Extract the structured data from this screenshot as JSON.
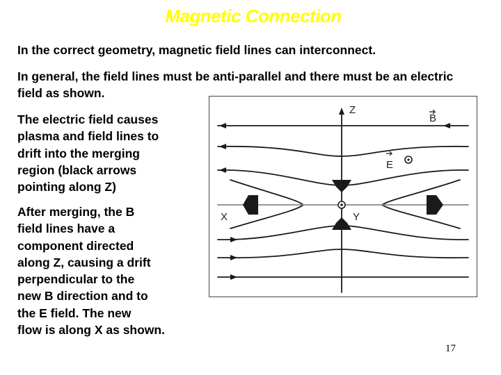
{
  "slide": {
    "title": "Magnetic Connection",
    "line1": "In the correct geometry, magnetic field lines can interconnect.",
    "para2": "In general, the field lines must be anti-parallel and there must be an electric field as shown.",
    "para3_lines": [
      "The electric field causes",
      "plasma and field lines to",
      "drift into the merging",
      "region (black arrows",
      "pointing along Z)"
    ],
    "para4_lines": [
      "After merging, the B",
      "field lines have a",
      "component directed",
      "along Z, causing a drift",
      "perpendicular to the",
      "new B direction and to",
      "the E field.  The new",
      "flow is along X as shown."
    ],
    "page_number": "17"
  },
  "diagram": {
    "label_z": "Z",
    "label_b": "B",
    "label_e": "E",
    "label_x": "X",
    "label_y": "Y"
  },
  "colors": {
    "title": "#ffff00",
    "ink": "#1a1a1a"
  }
}
